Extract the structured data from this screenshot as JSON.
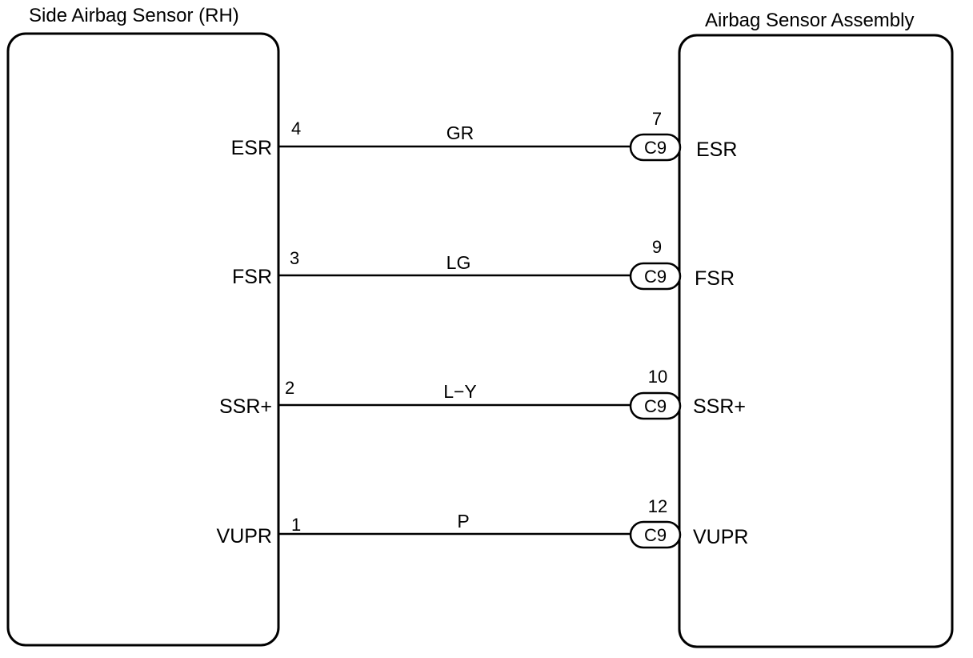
{
  "left_component": {
    "title": "Side Airbag Sensor (RH)"
  },
  "right_component": {
    "title": "Airbag Sensor Assembly"
  },
  "circuits": [
    {
      "left_signal": "ESR",
      "left_pin": "4",
      "wire_color": "GR",
      "connector": "C9",
      "right_pin": "7",
      "right_signal": "ESR"
    },
    {
      "left_signal": "FSR",
      "left_pin": "3",
      "wire_color": "LG",
      "connector": "C9",
      "right_pin": "9",
      "right_signal": "FSR"
    },
    {
      "left_signal": "SSR+",
      "left_pin": "2",
      "wire_color": "L−Y",
      "connector": "C9",
      "right_pin": "10",
      "right_signal": "SSR+"
    },
    {
      "left_signal": "VUPR",
      "left_pin": "1",
      "wire_color": "P",
      "connector": "C9",
      "right_pin": "12",
      "right_signal": "VUPR"
    }
  ],
  "colors": {
    "line": "#000000",
    "background": "#ffffff"
  }
}
